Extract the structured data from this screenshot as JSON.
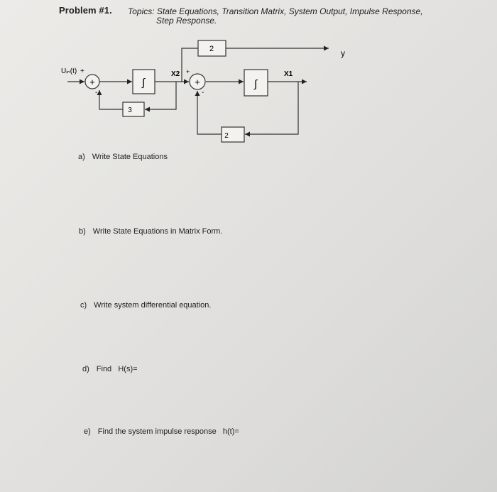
{
  "header": {
    "problem_label": "Problem #1.",
    "topics_line1": "Topics: State Equations, Transition Matrix, System Output, Impulse Response,",
    "topics_line2": "Step Response."
  },
  "diagram": {
    "input_label": "Uᵢₙ(t)",
    "sum1_input_sign": "+",
    "sum1_feedback_sign": "-",
    "sum1_symbol": "+",
    "integrator1_symbol": "∫",
    "state_x2_label": "X2",
    "sum2_input_sign": "+",
    "sum2_feedback_sign": "-",
    "sum2_symbol": "+",
    "integrator2_symbol": "∫",
    "state_x1_label": "X1",
    "output_label": "y",
    "gain_top": "2",
    "gain_feedback_x2": "3",
    "gain_feedback_x1": "2"
  },
  "questions": [
    {
      "letter": "a)",
      "text": "Write State Equations"
    },
    {
      "letter": "b)",
      "text": "Write State Equations in Matrix Form."
    },
    {
      "letter": "c)",
      "text": "Write system differential equation."
    },
    {
      "letter": "d)",
      "text": "Find   H(s)="
    },
    {
      "letter": "e)",
      "text": "Find the system impulse response   h(t)="
    }
  ]
}
